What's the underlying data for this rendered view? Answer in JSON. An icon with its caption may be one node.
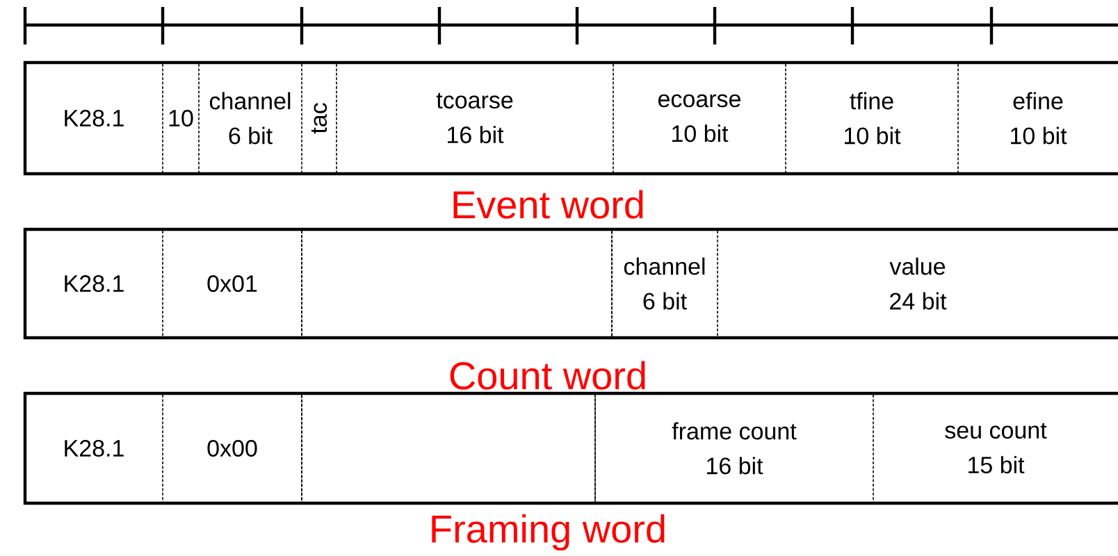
{
  "diagram": {
    "nodes": [
      {
        "text": [],
        "shape": "box",
        "beside": [
          "Event word"
        ]
      },
      {
        "text": [
          "K28.1"
        ],
        "in": 0
      },
      {
        "text": [
          "10"
        ],
        "in": 0
      },
      {
        "text": [
          "channel",
          "6 bit"
        ],
        "in": 0
      },
      {
        "text": [
          "tac"
        ],
        "in": 0
      },
      {
        "text": [
          "tcoarse",
          "16 bit"
        ],
        "in": 0
      },
      {
        "text": [
          "ecoarse",
          "10 bit"
        ],
        "in": 0
      },
      {
        "text": [
          "tfine",
          "10 bit"
        ],
        "in": 0
      },
      {
        "text": [
          "efine",
          "10 bit"
        ],
        "in": 0
      },
      {
        "text": [],
        "shape": "box",
        "beside": [
          "Count word"
        ]
      },
      {
        "text": [
          "K28.1"
        ],
        "in": 9
      },
      {
        "text": [
          "0x01"
        ],
        "in": 9
      },
      {
        "text": [],
        "shape": "box",
        "in": 9
      },
      {
        "text": [
          "channel",
          "6 bit"
        ],
        "in": 9
      },
      {
        "text": [
          "value",
          "24 bit"
        ],
        "in": 9
      },
      {
        "text": [],
        "shape": "box",
        "beside": [
          "Framing word"
        ]
      },
      {
        "text": [
          "K28.1"
        ],
        "in": 15
      },
      {
        "text": [
          "0x00"
        ],
        "in": 15
      },
      {
        "text": [],
        "shape": "box",
        "in": 15
      },
      {
        "text": [
          "frame count",
          "16 bit"
        ],
        "in": 15
      },
      {
        "text": [
          "seu count",
          "15 bit"
        ],
        "in": 15
      }
    ]
  }
}
